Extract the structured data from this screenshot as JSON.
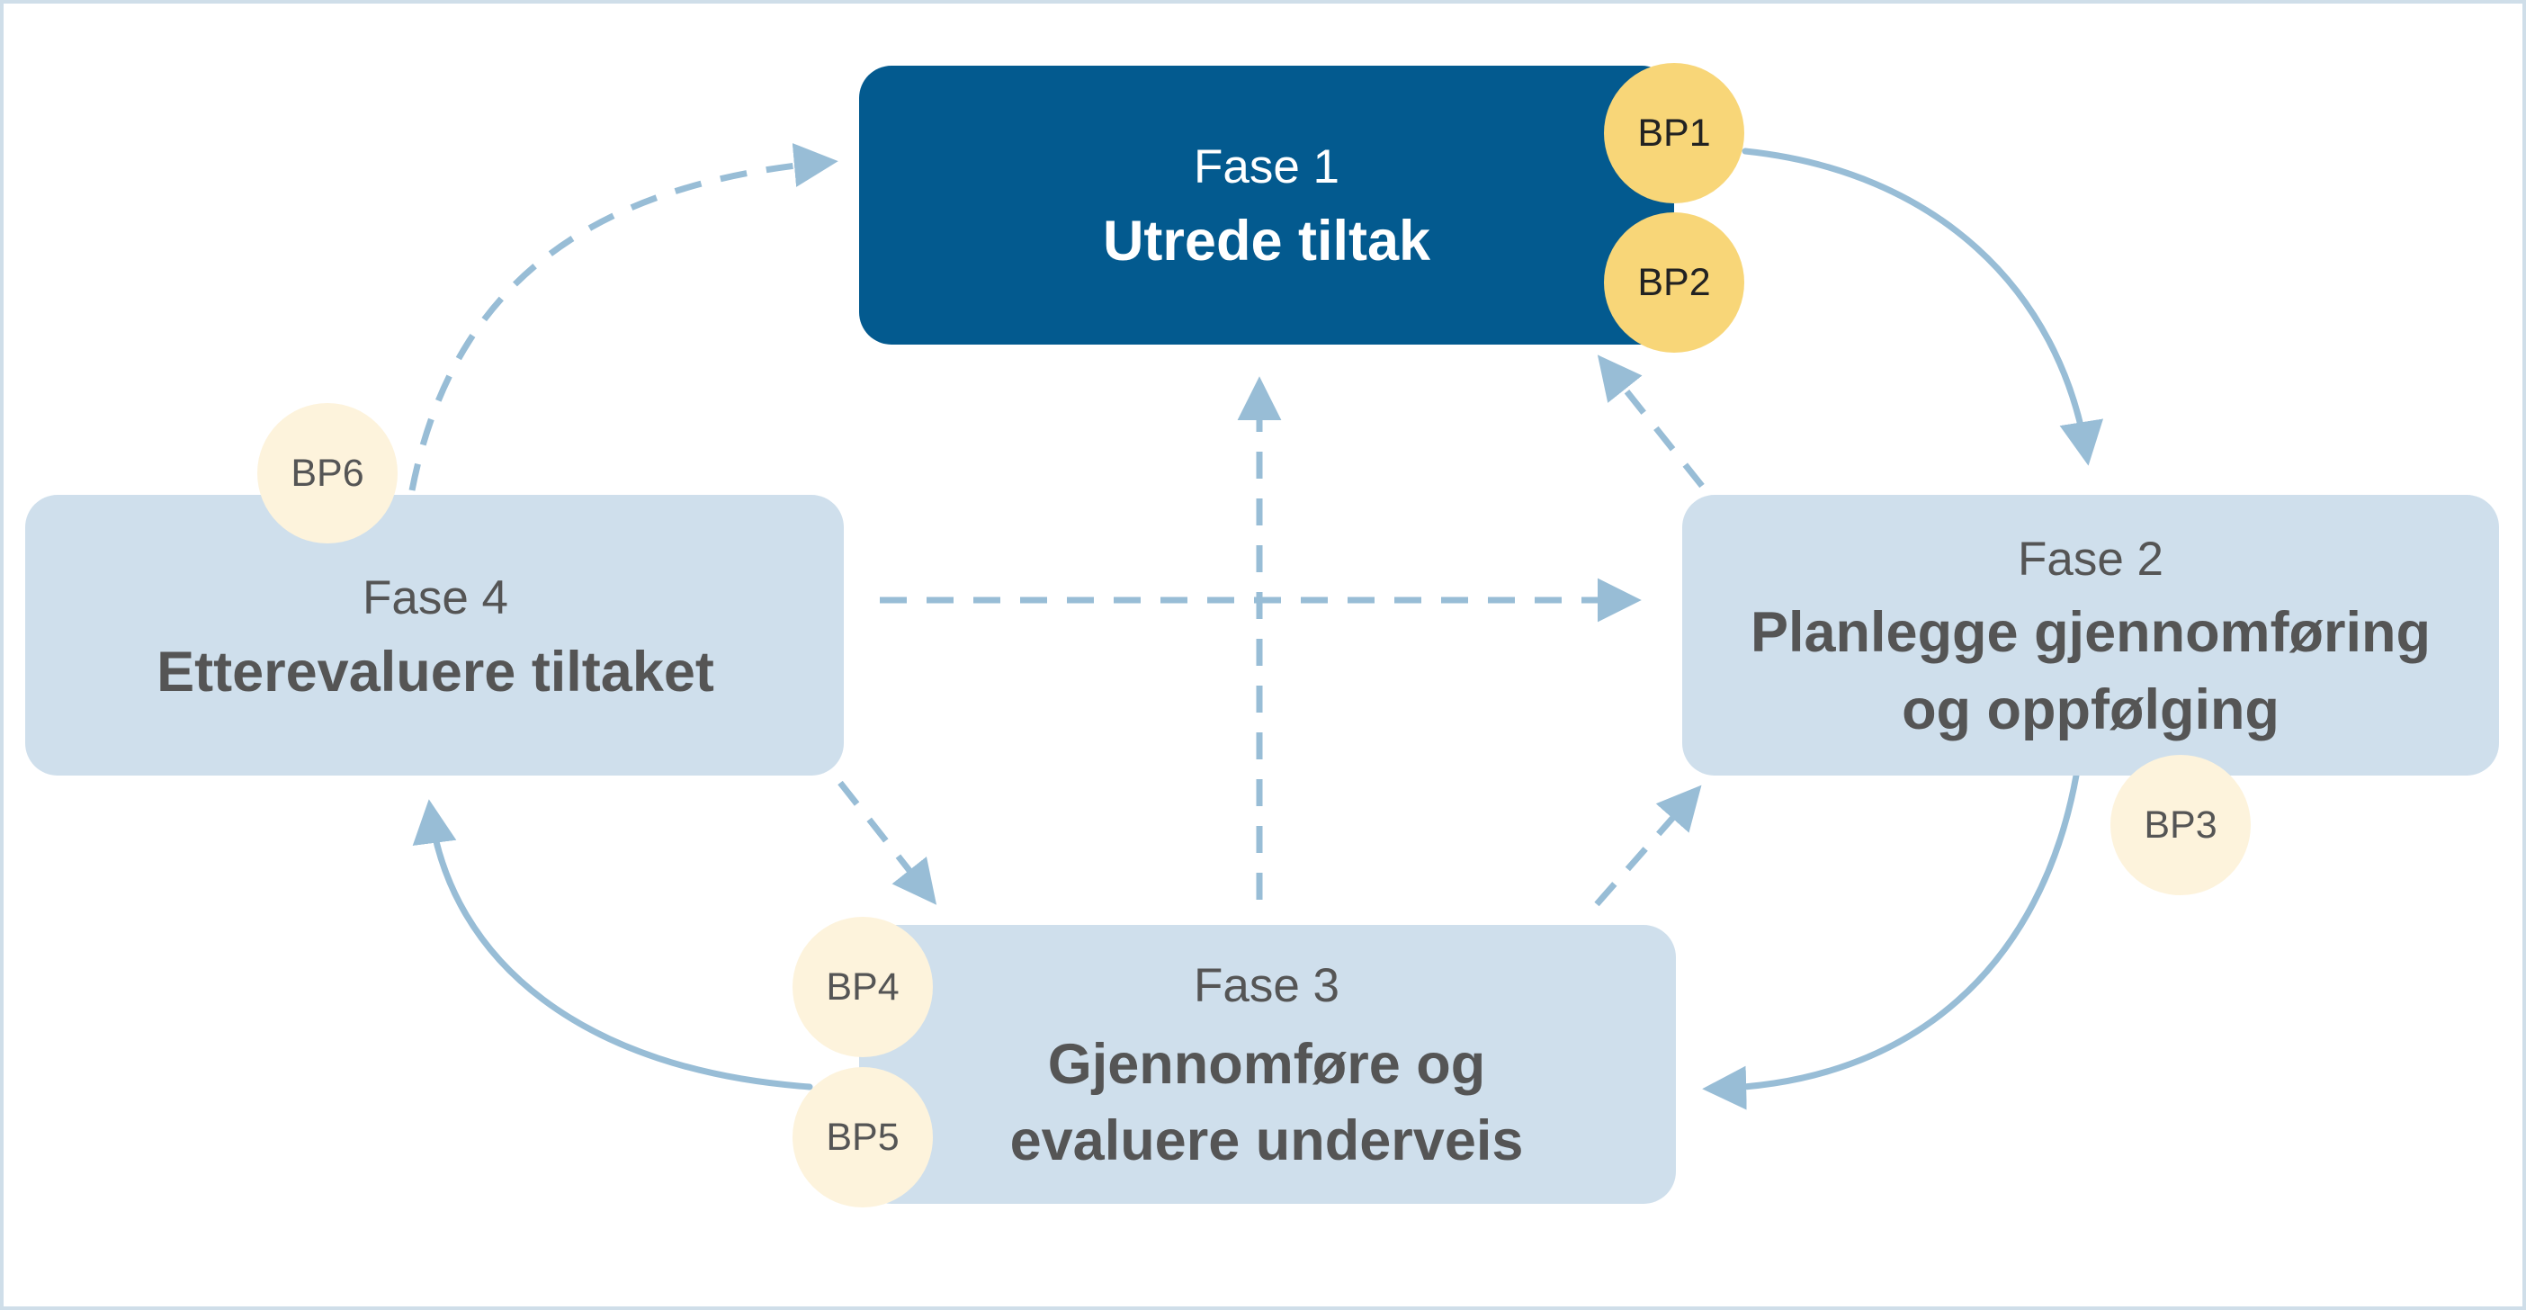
{
  "colors": {
    "frame_border": "#cfdee9",
    "active_box": "#035a8f",
    "inactive_box": "#cfdfec",
    "active_text": "#ffffff",
    "inactive_text": "#555555",
    "active_badge": "#f8d678",
    "inactive_badge": "#fdf3dc",
    "active_badge_text": "#222222",
    "inactive_badge_text": "#555555",
    "arrow": "#98bdd6"
  },
  "phases": {
    "fase1": {
      "label": "Fase 1",
      "title_lines": [
        "Utrede tiltak"
      ]
    },
    "fase2": {
      "label": "Fase 2",
      "title_lines": [
        "Planlegge gjennomføring",
        "og oppfølging"
      ]
    },
    "fase3": {
      "label": "Fase 3",
      "title_lines": [
        "Gjennomføre og",
        "evaluere underveis"
      ]
    },
    "fase4": {
      "label": "Fase 4",
      "title_lines": [
        "Etterevaluere tiltaket"
      ]
    }
  },
  "decision_points": {
    "bp1": "BP1",
    "bp2": "BP2",
    "bp3": "BP3",
    "bp4": "BP4",
    "bp5": "BP5",
    "bp6": "BP6"
  }
}
